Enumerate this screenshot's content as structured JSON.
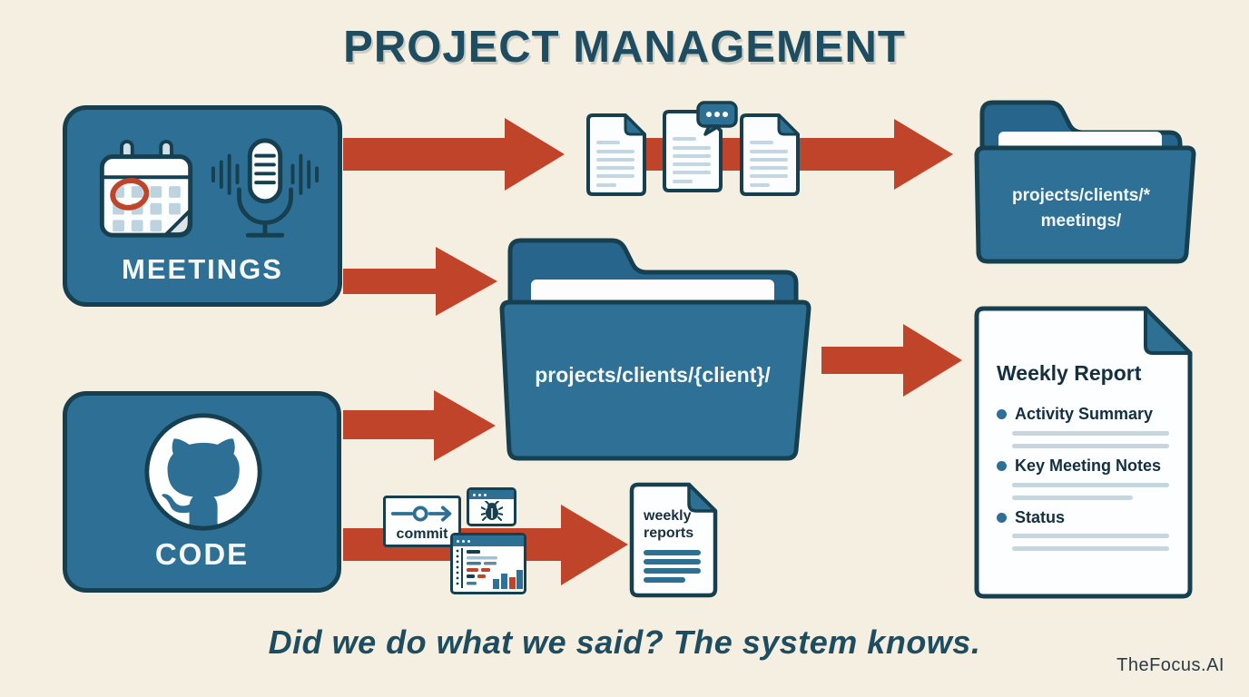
{
  "title": "PROJECT MANAGEMENT",
  "tagline": "Did we do what we said? The system knows.",
  "brand": "TheFocus.AI",
  "colors": {
    "background": "#f4efe1",
    "box_blue": "#2e6f96",
    "folder_back_blue": "#27658c",
    "dark_outline": "#16404f",
    "arrow_red": "#bf4429",
    "heading_text": "#1e4c60",
    "doc_line_gray": "#c7d5dd",
    "doc_line_blue": "#c3d6e2"
  },
  "icons": {
    "meetings": [
      "calendar-icon",
      "microphone-icon"
    ],
    "code": [
      "github-icon"
    ],
    "pipeline": [
      "document-icon",
      "chat-bubble-icon",
      "commit-icon",
      "bug-icon",
      "code-chart-window-icon"
    ]
  },
  "nodes": {
    "meetings_box": {
      "label": "MEETINGS"
    },
    "code_box": {
      "label": "CODE"
    },
    "meetings_folder": {
      "label_line1": "projects/clients/*",
      "label_line2": "meetings/"
    },
    "client_folder": {
      "label": "projects/clients/{client}/"
    },
    "weekly_report": {
      "title": "Weekly Report",
      "bullets": [
        "Activity Summary",
        "Key Meeting Notes",
        "Status"
      ]
    },
    "weekly_reports_doc": {
      "label_line1": "weekly",
      "label_line2": "reports"
    },
    "commit_badge": {
      "label": "commit"
    }
  }
}
